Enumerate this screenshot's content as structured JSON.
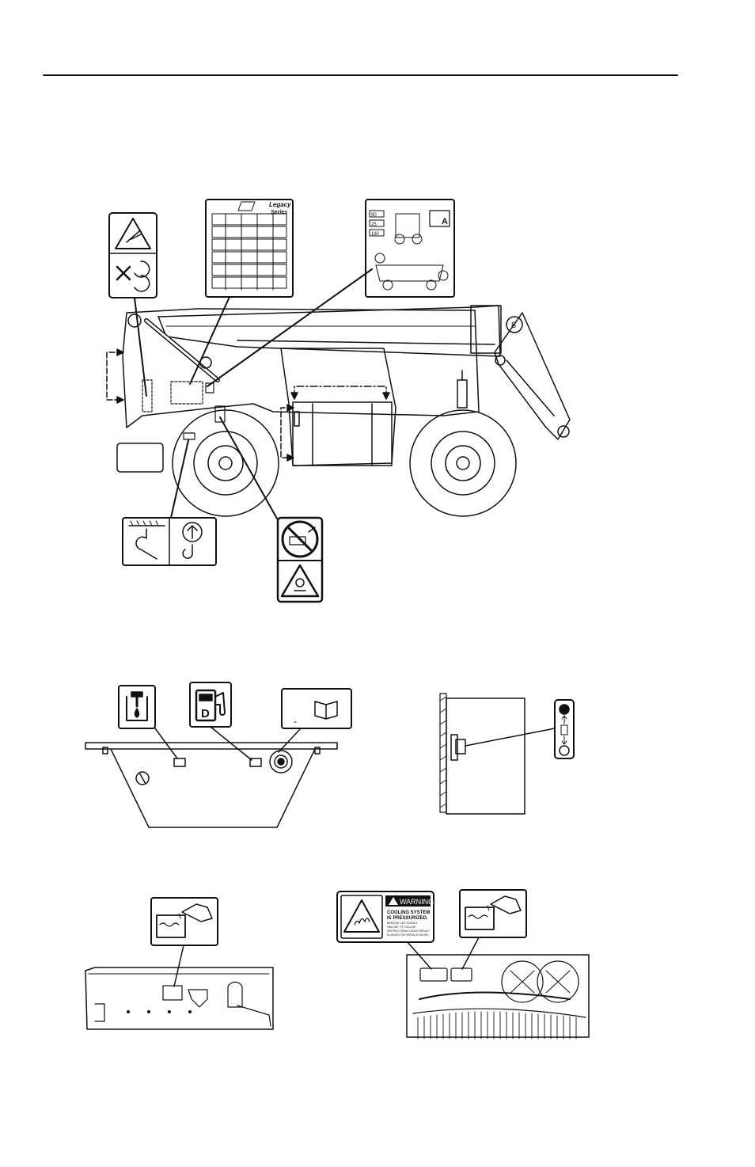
{
  "warning_decal": {
    "header": "WARNING",
    "line1": "COOLING SYSTEM",
    "line2": "IS PRESSURIZED.",
    "small_lines": [
      "REMOVE CAP SLOWLY.",
      "FAILURE TO FOLLOW",
      "INSTRUCTIONS COULD RESULT",
      "IN DEATH OR SERIOUS INJURY."
    ]
  },
  "load_chart_decal": {
    "title_line1": "Legacy",
    "title_line2": "Series"
  },
  "alignment_decal": {
    "values": [
      "90",
      "25",
      "180"
    ],
    "badge": "A"
  },
  "fuel_decal": {
    "letter": "D"
  },
  "icons": [
    "crush-hazard-icon",
    "no-rotation-icon",
    "tie-down-icon",
    "lift-hook-icon",
    "no-ether-icon",
    "explosion-hazard-icon",
    "hydraulic-oil-icon",
    "diesel-fuel-icon",
    "manual-icon",
    "filter-indicator-icon",
    "coolant-icon"
  ],
  "colors": {
    "ink": "#111111",
    "paper": "#ffffff"
  }
}
